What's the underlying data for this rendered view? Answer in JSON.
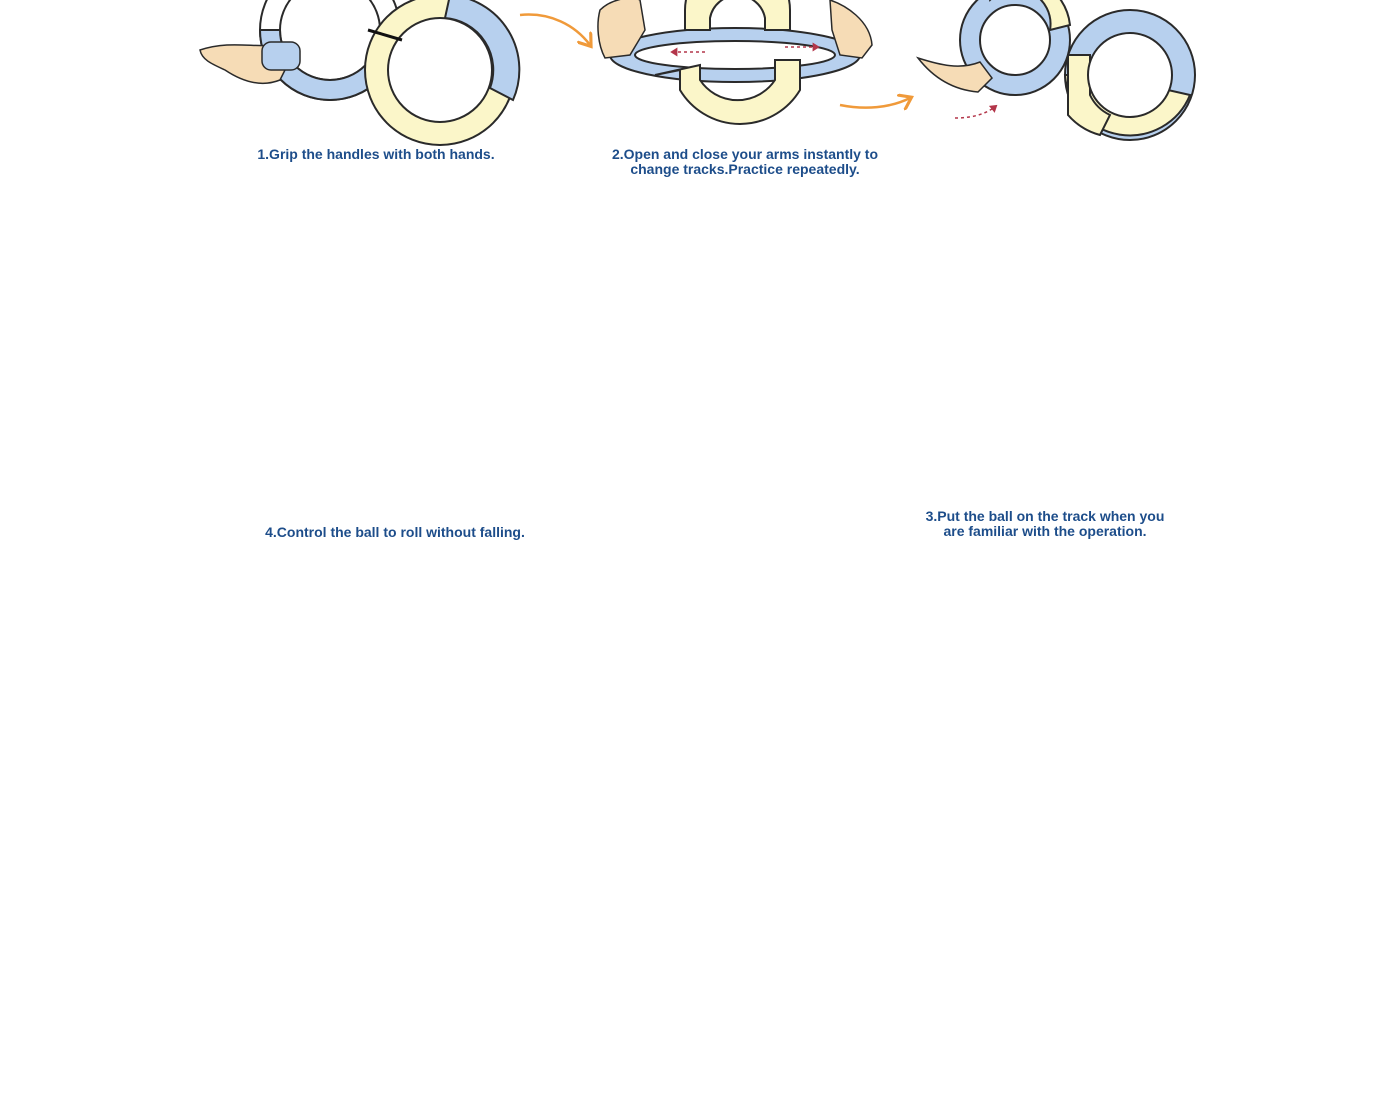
{
  "captions": {
    "step1": "1.Grip the handles with both hands.",
    "step2_line1": "2.Open and close your arms instantly to",
    "step2_line2": "change tracks.Practice repeatedly.",
    "step3_line1": "3.Put the ball on the track when you",
    "step3_line2": "are familiar with the operation.",
    "step4": "4.Control the ball to roll without falling."
  },
  "colors": {
    "track_yellow": "#fbf6c9",
    "track_bright_yellow": "#fcf08c",
    "handle_blue": "#b7d0ee",
    "outline": "#2a2a2a",
    "hand": "#f6dcb6",
    "ball": "#f39d1a",
    "flow_arrow": "#f09a3a",
    "motion_arrow": "#b3364a",
    "caption_text": "#1d4d8a"
  },
  "icons": {
    "step_flow_arrow": "orange-curved-arrow-icon",
    "motion_arrow": "red-dotted-arrow-icon",
    "ball": "orange-ball-icon",
    "hand": "hand-icon"
  }
}
